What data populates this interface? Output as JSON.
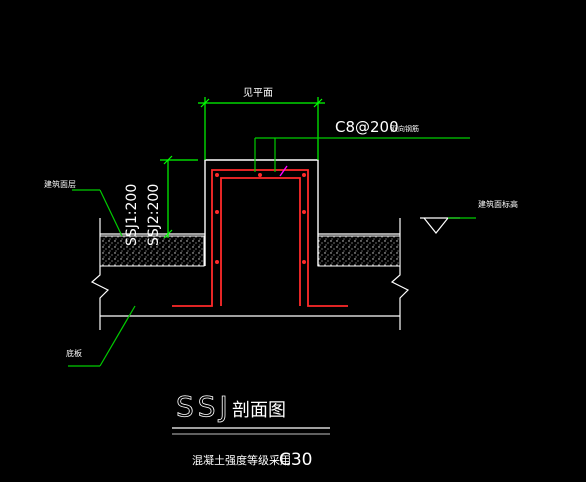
{
  "drawing": {
    "dim_label_top": "见平面",
    "rebar_callout": "C8@200",
    "rebar_callout_suffix": "双向钢筋",
    "left_floor_label": "建筑面层",
    "right_floor_label": "建筑面标高",
    "vertical_label_1": "SSJ1:200",
    "vertical_label_2": "SSJ2:200",
    "bottom_left_label": "底板",
    "title_main": "SSJ",
    "title_suffix": "剖面图",
    "note_prefix": "混凝土强度等级采用",
    "note_grade": "C30"
  },
  "colors": {
    "outline": "#ffffff",
    "rebar": "#ff2a2a",
    "dimension": "#00ff00",
    "leader": "#00cc00",
    "accent": "#ff00ff"
  }
}
